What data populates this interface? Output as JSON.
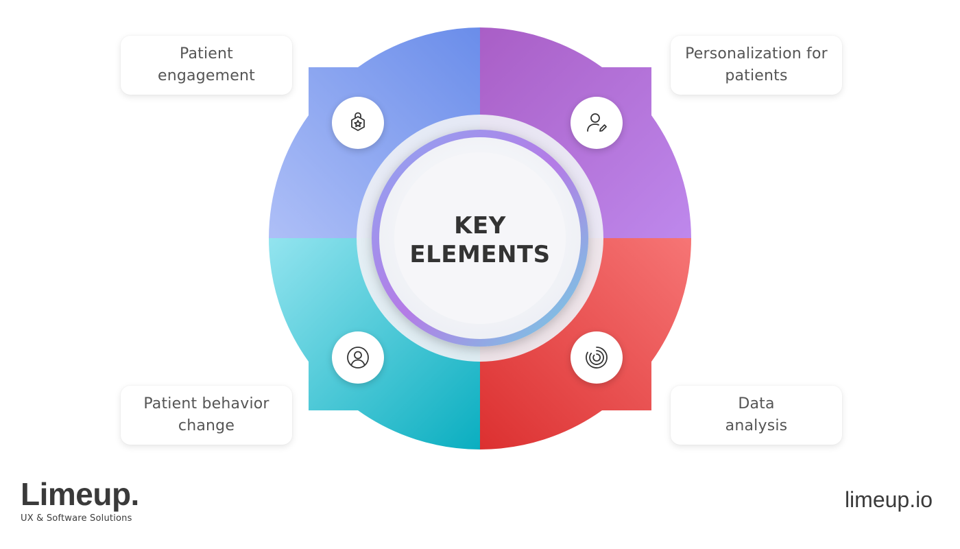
{
  "center": {
    "title": "KEY\nELEMENTS"
  },
  "segments": [
    {
      "position": "top-left",
      "label": "Patient\nengagement",
      "icon": "shield-star-icon",
      "colors": [
        "#a6b8f5",
        "#6c8fea"
      ]
    },
    {
      "position": "top-right",
      "label": "Personalization for\npatients",
      "icon": "user-edit-icon",
      "colors": [
        "#a85cc4",
        "#bf86eb"
      ]
    },
    {
      "position": "bottom-left",
      "label": "Patient behavior\nchange",
      "icon": "user-circle-icon",
      "colors": [
        "#8ae0ec",
        "#0eb3c4"
      ]
    },
    {
      "position": "bottom-right",
      "label": "Data\nanalysis",
      "icon": "spiral-icon",
      "colors": [
        "#df3434",
        "#f46f6f"
      ]
    }
  ],
  "branding": {
    "logo_word": "Limeup.",
    "logo_tagline": "UX & Software Solutions",
    "site_url": "limeup.io"
  }
}
